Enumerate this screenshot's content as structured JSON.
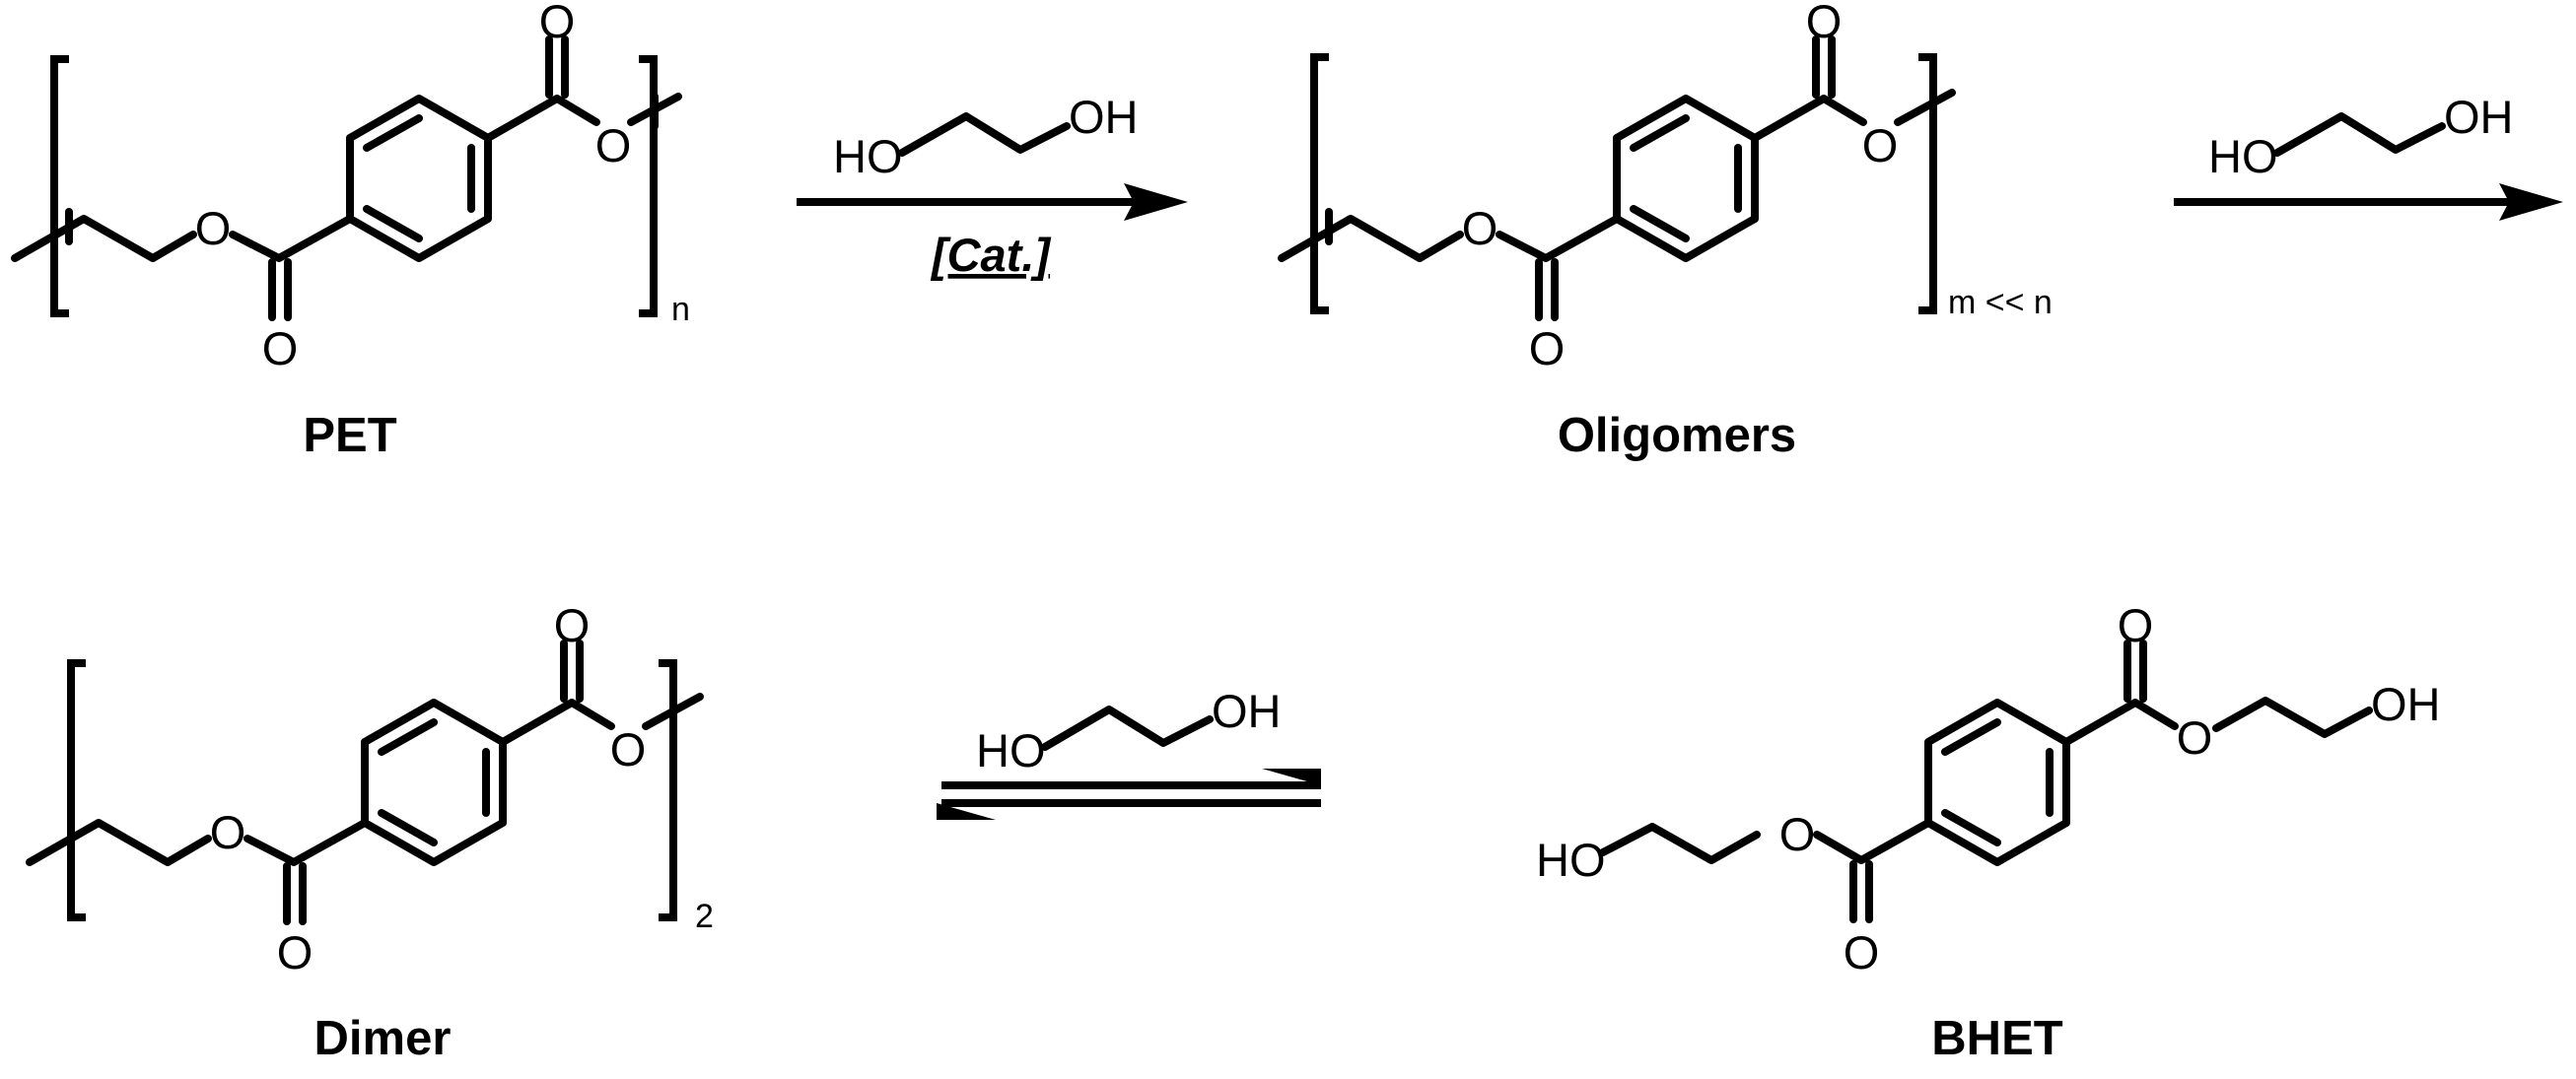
{
  "scheme": {
    "atoms": {
      "oxygen": "O",
      "ho": "HO",
      "oh": "OH"
    },
    "compounds": {
      "pet": {
        "label": "PET",
        "repeat": "n"
      },
      "oligomers": {
        "label": "Oligomers",
        "repeat": "m << n"
      },
      "dimer": {
        "label": "Dimer",
        "repeat": "2"
      },
      "bhet": {
        "label": "BHET"
      }
    },
    "steps": {
      "step1": {
        "reagent": "ethylene glycol",
        "reagent_left": "HO",
        "reagent_right": "OH",
        "condition": "[Cat.]"
      },
      "step2": {
        "reagent_left": "HO",
        "reagent_right": "OH"
      },
      "step3": {
        "reagent_left": "HO",
        "reagent_right": "OH",
        "arrow": "equilibrium"
      }
    }
  }
}
